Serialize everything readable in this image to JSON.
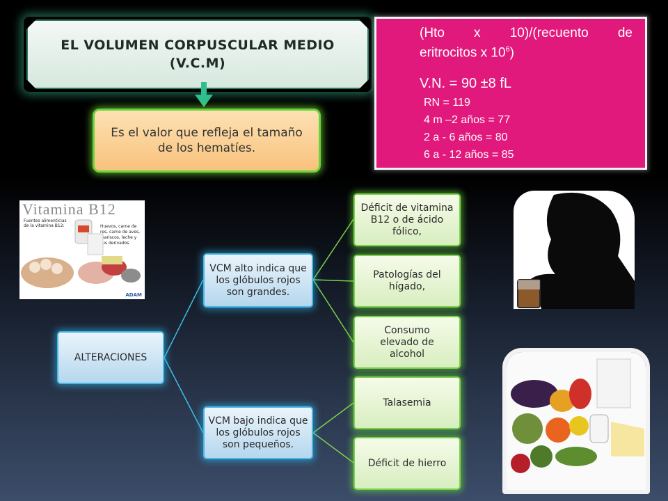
{
  "title": {
    "line1": "EL VOLUMEN CORPUSCULAR MEDIO",
    "line2": "(V.C.M)"
  },
  "definition": "Es el valor que refleja el tamaño de los hematíes.",
  "formula": {
    "line1_words": [
      "(Hto",
      "x",
      "10)/(recuento",
      "de"
    ],
    "line2_prefix": "eritrocitos x 10",
    "line2_sup": "6",
    "line2_suffix": ")",
    "normal_value": "V.N. = 90 ±8 fL",
    "ranges": [
      "RN = 119",
      "4 m –2 años = 77",
      "2 a - 6 años = 80",
      "6 a - 12 años = 85"
    ]
  },
  "tree": {
    "root": "ALTERACIONES",
    "high": "VCM alto indica que los glóbulos rojos son grandes.",
    "high_causes": [
      "Déficit de vitamina B12 o de ácido fólico,",
      "Patologías del hígado,",
      "Consumo elevado de alcohol"
    ],
    "low": "VCM bajo indica que los glóbulos rojos son pequeños.",
    "low_causes": [
      "Talasemia",
      "Déficit de hierro"
    ]
  },
  "vitamin_image": {
    "header": "Vitamina B12",
    "caption_left": "Fuentes alimenticias de la vitamina B12:",
    "caption_right": "Huevos, carne de res, carne de aves, mariscos, leche y sus derivados",
    "credit": "ADAM"
  },
  "colors": {
    "accent_pink": "#e2197c",
    "node_blue": "#49b6e6",
    "node_green": "#7bd34a"
  }
}
